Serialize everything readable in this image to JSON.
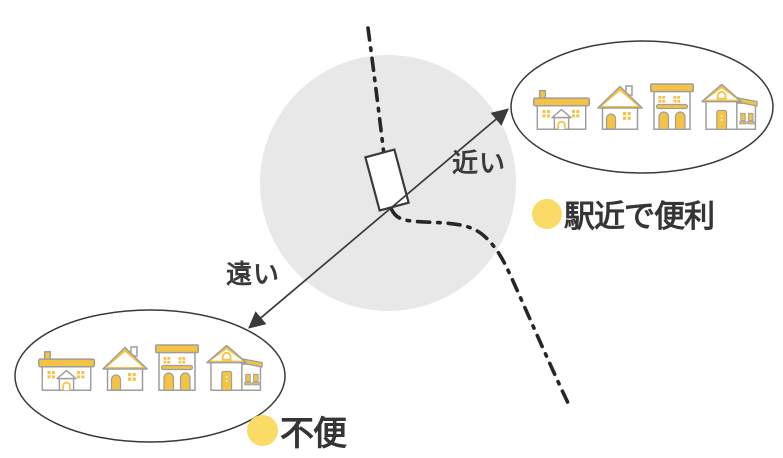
{
  "diagram": {
    "arrow_labels": {
      "near": "近い",
      "far": "遠い"
    },
    "captions": {
      "near": "駅近で便利",
      "far": "不便"
    },
    "colors": {
      "house_yellow": "#f5c344",
      "bullet_yellow": "#f9db66",
      "text_dark": "#3a3a3a",
      "station_area_gray": "#e8e8e8",
      "railway_line": "#262626",
      "outline_dark": "#3a3a3a",
      "house_outline_gray": "#9e9e9e"
    },
    "icons": {
      "station": "station-building-icon",
      "railway": "railway-line-icon",
      "bullet": "circle-bullet-icon",
      "houses": [
        "house-with-porch-icon",
        "gable-house-icon",
        "two-story-house-icon",
        "house-with-annex-icon"
      ]
    }
  }
}
